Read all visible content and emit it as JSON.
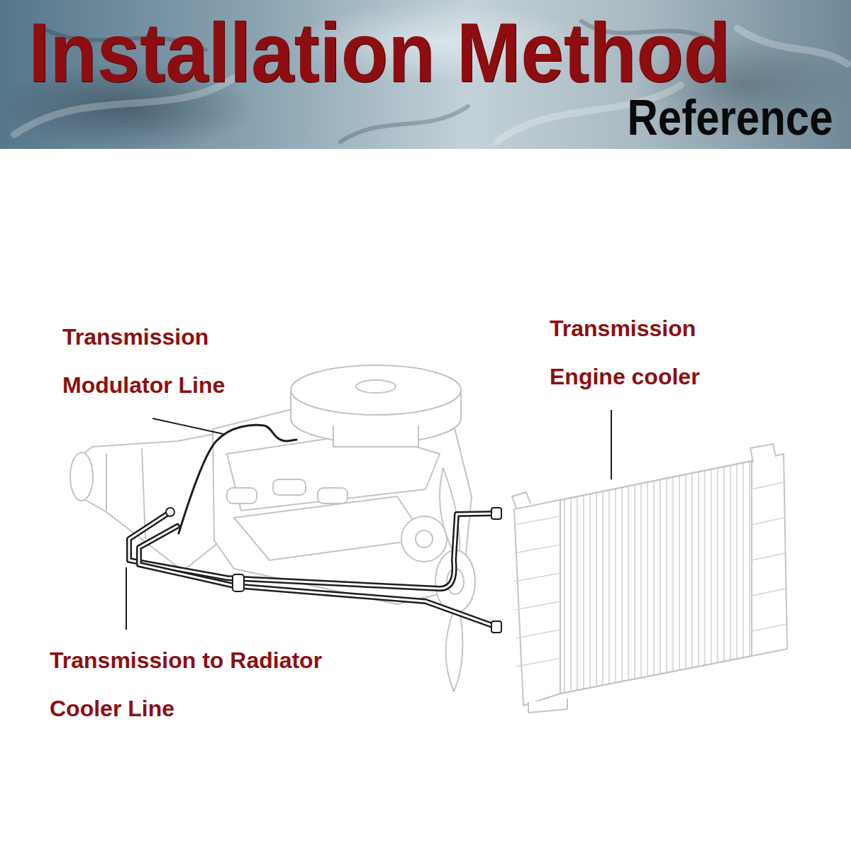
{
  "diagram": {
    "title": "Installation Method",
    "labels": [
      "Reference",
      "Transmission Modulator Line",
      "Transmission Engine cooler",
      "Transmission to Radiator Cooler Line"
    ]
  }
}
